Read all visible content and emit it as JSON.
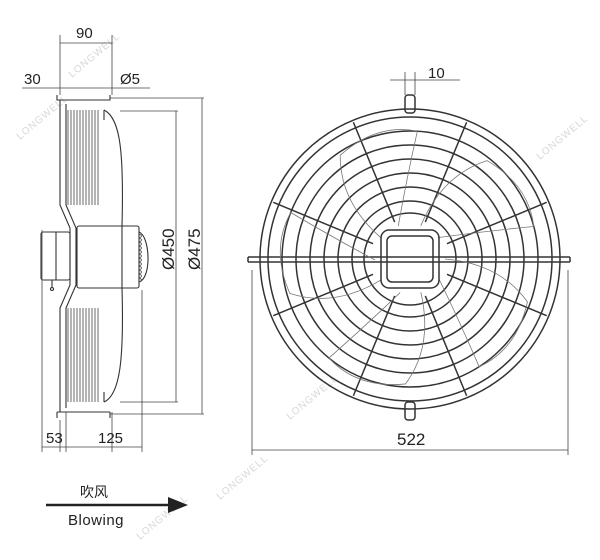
{
  "dimensions": {
    "top_overall": "90",
    "top_left": "30",
    "hole": "Ø5",
    "dia_inner": "Ø450",
    "dia_outer": "Ø475",
    "bottom_left": "53",
    "bottom_right": "125",
    "grille_tab": "10",
    "grille_width": "522"
  },
  "airflow": {
    "label_cn": "吹风",
    "label_en": "Blowing"
  },
  "watermark": "LONGWELL"
}
